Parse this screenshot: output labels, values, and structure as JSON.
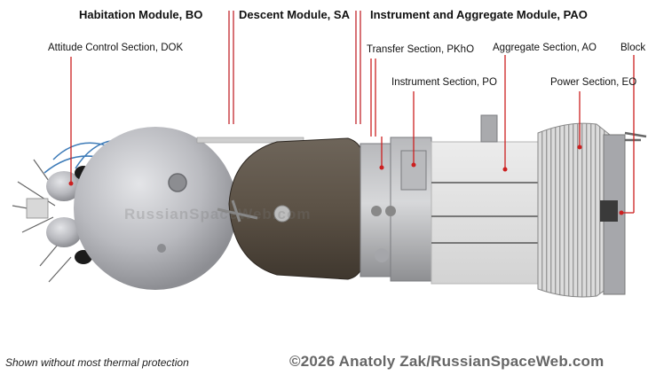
{
  "headers": {
    "habitation": "Habitation Module, BO",
    "descent": "Descent Module, SA",
    "instrument_aggregate": "Instrument and Aggregate Module, PAO"
  },
  "sections": {
    "attitude_control": "Attitude Control Section, DOK",
    "transfer": "Transfer Section, PKhO",
    "instrument": "Instrument Section, PO",
    "aggregate": "Aggregate Section, AO",
    "power": "Power Section, EO",
    "block": "Block I"
  },
  "footnote": "Shown without most thermal protection",
  "credit": "©2026 Anatoly Zak/RussianSpaceWeb.com",
  "watermark": "RussianSpaceWeb.com",
  "colors": {
    "leader_line": "#cc1f1f",
    "hull": "#c4c5c9",
    "descent_module": "#5c5246",
    "panel": "#e6e6e6",
    "credit_text": "#666666"
  }
}
